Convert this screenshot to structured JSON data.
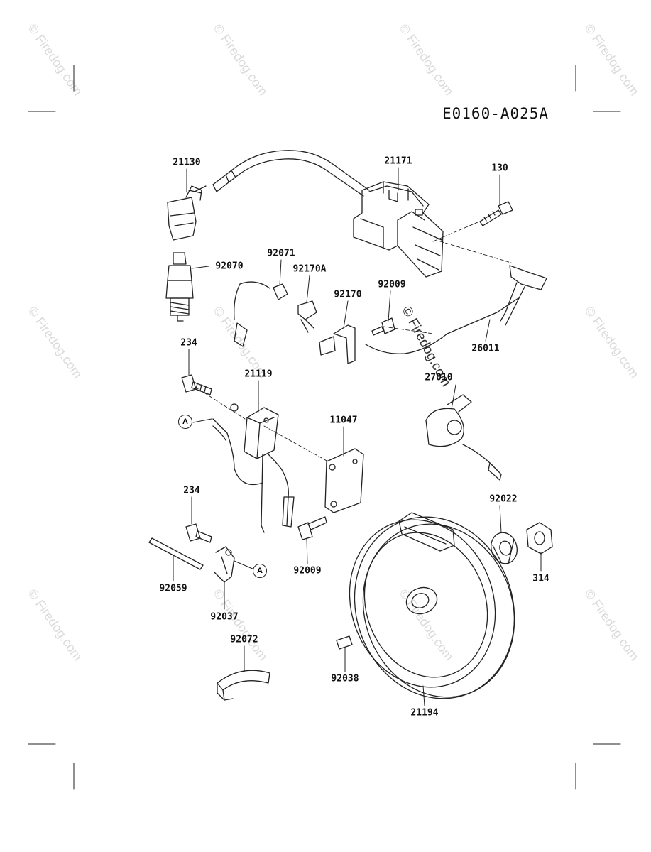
{
  "diagram": {
    "code": "E0160-A025A",
    "watermark": "© Firedog.com",
    "callout_letter": "A",
    "parts": {
      "p21130": "21130",
      "p21171": "21171",
      "p130": "130",
      "p92070": "92070",
      "p92071": "92071",
      "p92170A": "92170A",
      "p92009_top": "92009",
      "p92170": "92170",
      "p26011": "26011",
      "p234_top": "234",
      "p21119": "21119",
      "p27010": "27010",
      "p11047": "11047",
      "p234_mid": "234",
      "p92022": "92022",
      "p314": "314",
      "p92009_bot": "92009",
      "p92059": "92059",
      "p92037": "92037",
      "p92072": "92072",
      "p92038": "92038",
      "p21194": "21194"
    }
  }
}
